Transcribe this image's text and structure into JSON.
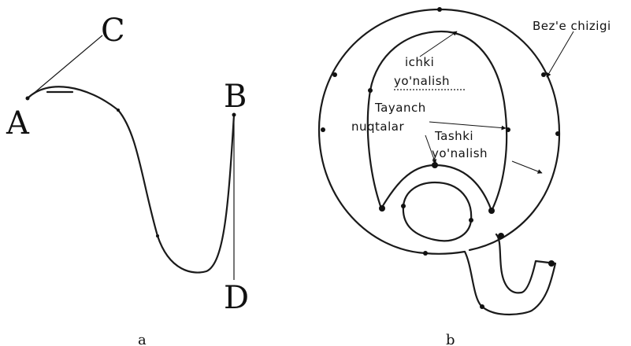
{
  "panel_a": {
    "points": [
      "A",
      "B",
      "C",
      "D"
    ],
    "caption": "a"
  },
  "panel_b": {
    "caption": "b",
    "labels": {
      "bezier_line": "Bez'e chizigi",
      "inner_dir_1": "ichki",
      "inner_dir_2": "yo'nalish",
      "anchor_1": "Tayanch",
      "anchor_2": "nuqtalar",
      "outer_dir_1": "Tashki",
      "outer_dir_2": "yo'nalish"
    }
  }
}
